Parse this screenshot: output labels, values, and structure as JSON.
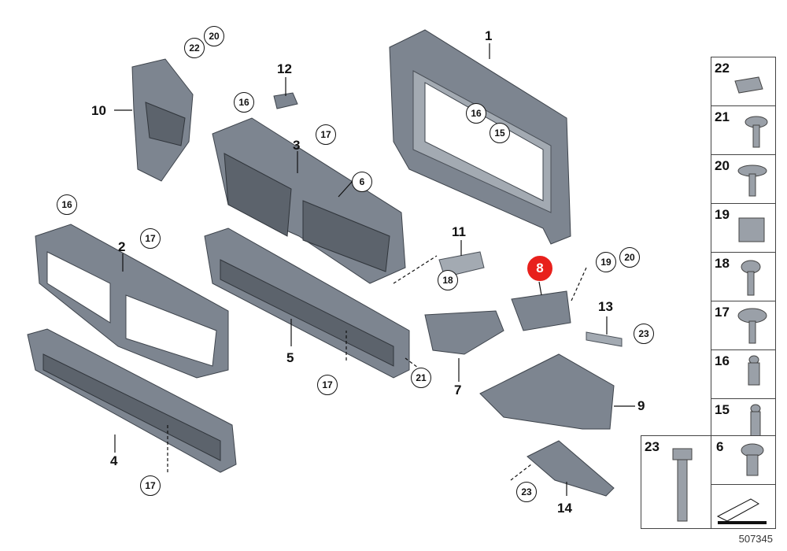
{
  "diagram": {
    "part_labels": [
      "1",
      "2",
      "3",
      "4",
      "5",
      "6",
      "7",
      "9",
      "10",
      "11",
      "12",
      "13",
      "14"
    ],
    "callouts": [
      "22",
      "20",
      "16",
      "17",
      "16",
      "17",
      "16",
      "15",
      "19",
      "20",
      "23",
      "17",
      "21",
      "17"
    ],
    "highlight_callout": "8",
    "legend": [
      {
        "num": "22"
      },
      {
        "num": "21"
      },
      {
        "num": "20"
      },
      {
        "num": "19"
      },
      {
        "num": "18"
      },
      {
        "num": "17"
      },
      {
        "num": "16"
      },
      {
        "num": "15"
      }
    ],
    "legend_bottom": [
      {
        "num": "23"
      },
      {
        "num": "6"
      }
    ],
    "reference_number": "507345",
    "colors": {
      "highlight": "#e8201c",
      "part_fill": "#7d8590",
      "line": "#111111"
    }
  }
}
